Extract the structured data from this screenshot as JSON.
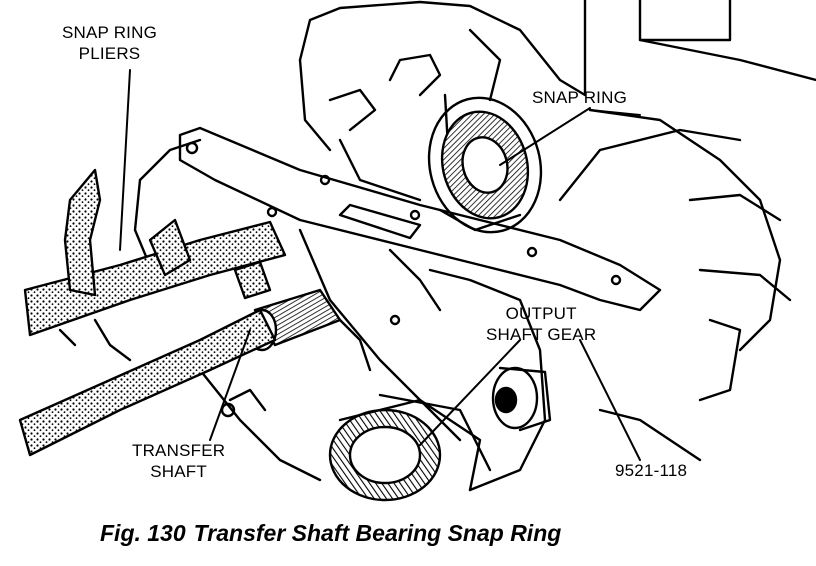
{
  "labels": {
    "snap_ring_pliers": [
      "SNAP RING",
      "PLIERS"
    ],
    "snap_ring": "SNAP RING",
    "output_shaft_gear": [
      "OUTPUT",
      "SHAFT GEAR"
    ],
    "transfer_shaft": [
      "TRANSFER",
      "SHAFT"
    ],
    "part_number": "9521-118"
  },
  "caption": {
    "fig_number": "Fig. 130",
    "title": "Transfer Shaft Bearing Snap Ring"
  },
  "colors": {
    "ink": "#000000",
    "paper": "#ffffff"
  }
}
